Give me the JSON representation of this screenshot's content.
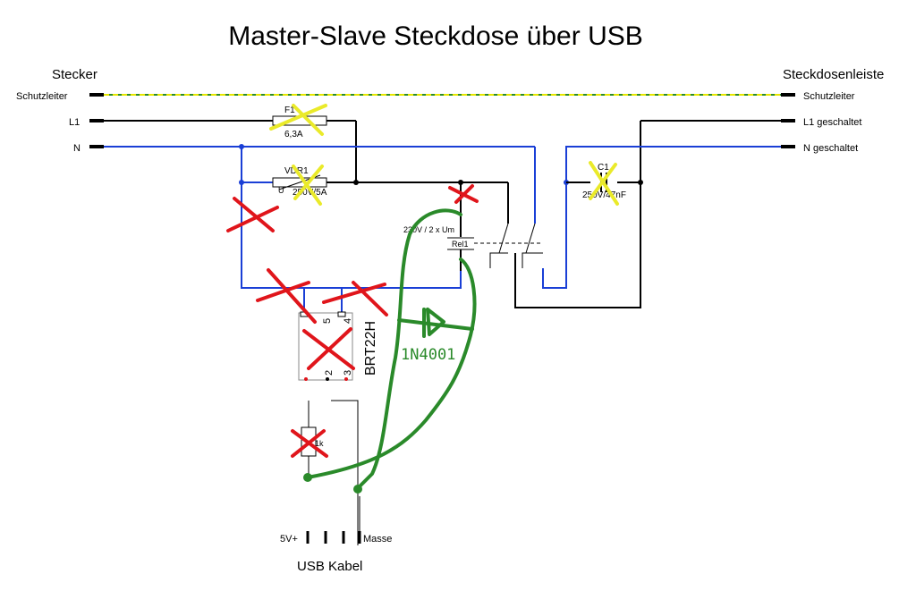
{
  "title": "Master-Slave Steckdose über USB",
  "left_header": "Stecker",
  "right_header": "Steckdosenleiste",
  "left_terminals": [
    "Schutzleiter",
    "L1",
    "N"
  ],
  "right_terminals": [
    "Schutzleiter",
    "L1 geschaltet",
    "N geschaltet"
  ],
  "components": {
    "fuse_name": "F1",
    "fuse_value": "6,3A",
    "vdr_name": "VDR1",
    "vdr_u": "U",
    "vdr_value": "250V/5A",
    "relay_voltage": "230V / 2 x Um",
    "relay_name": "Rel1",
    "cap_name": "C1",
    "cap_value": "250V/47nF",
    "optocoupler": "BRT22H",
    "pin_5": "5",
    "pin_4": "4",
    "pin_2": "2",
    "pin_3": "3",
    "resistor_value": "1k",
    "diode": "1N4001"
  },
  "usb": {
    "v5_label": "5V+",
    "ground_label": "Masse",
    "cable_label": "USB Kabel"
  },
  "colors": {
    "wire": "#000000",
    "neutral_wire": "#1a3fd6",
    "earth_yellow": "#e6e600",
    "earth_green": "#2a8a2a",
    "cross_red": "#e0151b",
    "cross_yellow": "#eaea2a",
    "handdrawn_green": "#2a8a2a"
  }
}
